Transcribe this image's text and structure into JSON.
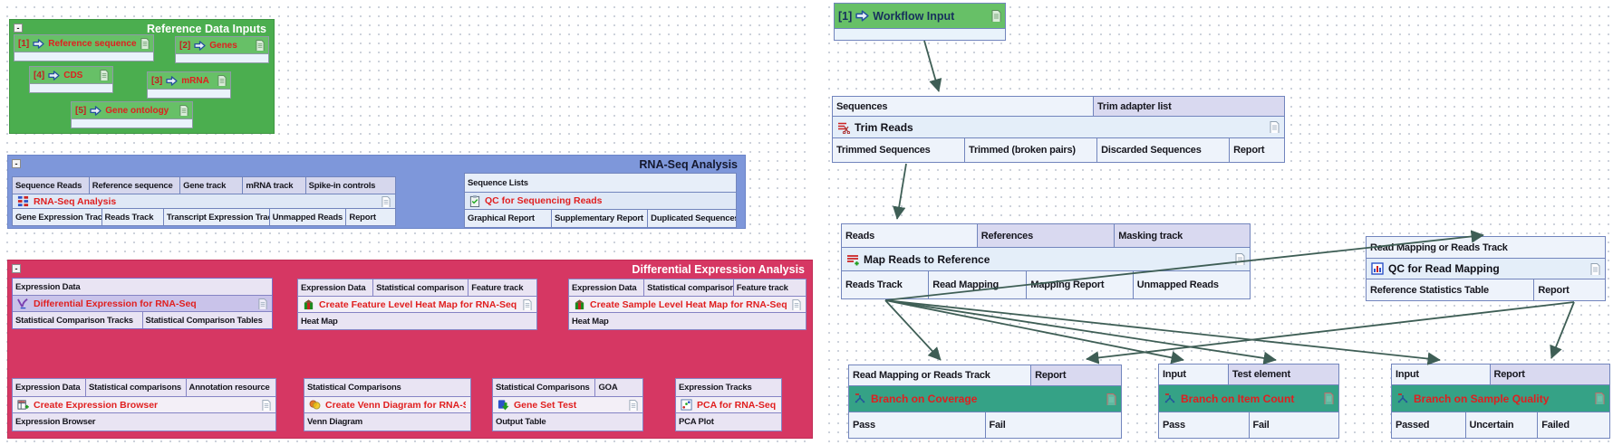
{
  "ui": {
    "collapse_glyph": "-"
  },
  "colors": {
    "group_green": "#4bae4f",
    "group_blue": "#7e97da",
    "group_crimson": "#d63763",
    "branch_teal": "#35a286",
    "node_green": "#67c067",
    "tool_red_text": "#e01f1f",
    "arrow": "#3e5e55",
    "node_border": "#7285bd"
  },
  "left_panel": {
    "reference_group": {
      "title": "Reference Data Inputs",
      "nodes": [
        {
          "index": "[1]",
          "label": "Reference sequence",
          "icon": "input-arrow-icon"
        },
        {
          "index": "[2]",
          "label": "Genes",
          "icon": "input-arrow-icon"
        },
        {
          "index": "[4]",
          "label": "CDS",
          "icon": "input-arrow-icon"
        },
        {
          "index": "[3]",
          "label": "mRNA",
          "icon": "input-arrow-icon"
        },
        {
          "index": "[5]",
          "label": "Gene ontology",
          "icon": "input-arrow-icon"
        }
      ]
    },
    "rnaseq_group": {
      "title": "RNA-Seq Analysis",
      "rnaseq_node": {
        "icon": "rnaseq-tool-icon",
        "inputs": [
          "Sequence Reads",
          "Reference sequence",
          "Gene track",
          "mRNA track",
          "Spike-in controls"
        ],
        "title": "RNA-Seq Analysis",
        "outputs": [
          "Gene Expression Track",
          "Reads Track",
          "Transcript Expression Track",
          "Unmapped Reads",
          "Report"
        ]
      },
      "qc_node": {
        "icon": "clipboard-qc-icon",
        "inputs": [
          "Sequence Lists"
        ],
        "title": "QC for Sequencing Reads",
        "outputs": [
          "Graphical Report",
          "Supplementary Report",
          "Duplicated Sequences"
        ]
      }
    },
    "diffexp_group": {
      "title": "Differential Expression Analysis",
      "diff_node": {
        "icon": "differential-expression-icon",
        "inputs": [
          "Expression Data"
        ],
        "title": "Differential Expression for RNA-Seq",
        "outputs": [
          "Statistical Comparison Tracks",
          "Statistical Comparison Tables"
        ]
      },
      "feature_heatmap_node": {
        "icon": "heatmap-icon",
        "inputs": [
          "Expression Data",
          "Statistical comparison",
          "Feature track"
        ],
        "title": "Create Feature Level Heat Map for RNA-Seq",
        "outputs": [
          "Heat Map"
        ]
      },
      "sample_heatmap_node": {
        "icon": "heatmap-icon",
        "inputs": [
          "Expression Data",
          "Statistical comparison",
          "Feature track"
        ],
        "title": "Create Sample Level Heat Map for RNA-Seq",
        "outputs": [
          "Heat Map"
        ]
      },
      "browser_node": {
        "icon": "expression-browser-icon",
        "inputs": [
          "Expression Data",
          "Statistical comparisons",
          "Annotation resource"
        ],
        "title": "Create Expression Browser",
        "outputs": [
          "Expression Browser"
        ]
      },
      "venn_node": {
        "icon": "venn-diagram-icon",
        "inputs": [
          "Statistical Comparisons"
        ],
        "title": "Create Venn Diagram for RNA-Seq",
        "outputs": [
          "Venn Diagram"
        ]
      },
      "gene_set_node": {
        "icon": "gene-set-test-icon",
        "inputs": [
          "Statistical Comparisons",
          "GOA"
        ],
        "title": "Gene Set Test",
        "outputs": [
          "Output Table"
        ]
      },
      "pca_node": {
        "icon": "pca-plot-icon",
        "inputs": [
          "Expression Tracks"
        ],
        "title": "PCA for RNA-Seq",
        "outputs": [
          "PCA Plot"
        ]
      }
    }
  },
  "workflow": {
    "workflow_input": {
      "index": "[1]",
      "title": "Workflow Input",
      "icon": "input-arrow-icon"
    },
    "trim_node": {
      "icon": "trim-scissors-icon",
      "inputs": [
        "Sequences",
        "Trim adapter list"
      ],
      "title": "Trim Reads",
      "outputs": [
        "Trimmed Sequences",
        "Trimmed (broken pairs)",
        "Discarded Sequences",
        "Report"
      ]
    },
    "map_node": {
      "icon": "map-reads-icon",
      "inputs": [
        "Reads",
        "References",
        "Masking track"
      ],
      "title": "Map Reads to Reference",
      "outputs": [
        "Reads Track",
        "Read Mapping",
        "Mapping Report",
        "Unmapped Reads"
      ]
    },
    "qc_mapping_node": {
      "icon": "bar-chart-icon",
      "inputs": [
        "Read Mapping or Reads Track"
      ],
      "title": "QC for Read Mapping",
      "outputs": [
        "Reference Statistics Table",
        "Report"
      ]
    },
    "branch_coverage_node": {
      "icon": "branch-icon",
      "inputs": [
        "Read Mapping or Reads Track",
        "Report"
      ],
      "title": "Branch on Coverage",
      "outputs": [
        "Pass",
        "Fail"
      ]
    },
    "branch_item_count_node": {
      "icon": "branch-icon",
      "inputs": [
        "Input",
        "Test element"
      ],
      "title": "Branch on Item Count",
      "outputs": [
        "Pass",
        "Fail"
      ]
    },
    "branch_sample_quality_node": {
      "icon": "branch-icon",
      "inputs": [
        "Input",
        "Report"
      ],
      "title": "Branch on Sample Quality",
      "outputs": [
        "Passed",
        "Uncertain",
        "Failed"
      ]
    },
    "connections": [
      {
        "from": "Workflow Input",
        "to": "Trim Reads.Sequences"
      },
      {
        "from": "Trim Reads.Trimmed Sequences",
        "to": "Map Reads to Reference.Reads"
      },
      {
        "from": "Map Reads to Reference.Reads Track",
        "to": "Branch on Coverage.Read Mapping or Reads Track"
      },
      {
        "from": "Map Reads to Reference.Reads Track",
        "to": "QC for Read Mapping.Read Mapping or Reads Track"
      },
      {
        "from": "Map Reads to Reference.Reads Track",
        "to": "Branch on Item Count.Input"
      },
      {
        "from": "Map Reads to Reference.Reads Track",
        "to": "Branch on Item Count.Test element"
      },
      {
        "from": "Map Reads to Reference.Reads Track",
        "to": "Branch on Sample Quality.Input"
      },
      {
        "from": "QC for Read Mapping.Report",
        "to": "Branch on Coverage.Report"
      },
      {
        "from": "QC for Read Mapping.Report",
        "to": "Branch on Sample Quality.Report"
      }
    ]
  }
}
